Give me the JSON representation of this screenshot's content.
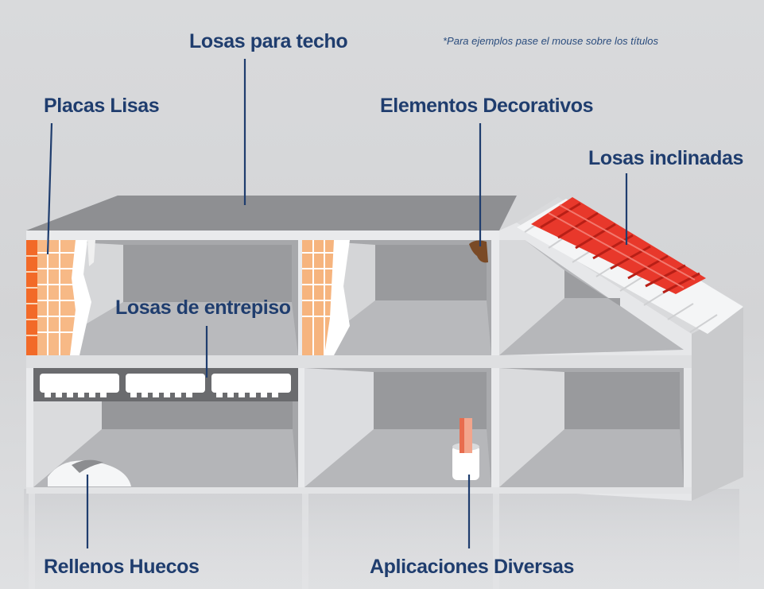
{
  "hint": "*Para ejemplos pase el mouse sobre los títulos",
  "labels": {
    "losas_techo": "Losas para techo",
    "placas_lisas": "Placas Lisas",
    "elementos_decorativos": "Elementos Decorativos",
    "losas_inclinadas": "Losas inclinadas",
    "losas_entrepiso": "Losas de entrepiso",
    "rellenos_huecos": "Rellenos Huecos",
    "aplicaciones_diversas": "Aplicaciones Diversas"
  },
  "colors": {
    "label": "#1f3d6e",
    "wall": "#e9eaec",
    "room_back": "#9b9c9f",
    "room_floor": "#b6b7ba",
    "roof_tile": "#e8382b",
    "brick": "#f06a2a",
    "decor": "#7a4a26"
  }
}
